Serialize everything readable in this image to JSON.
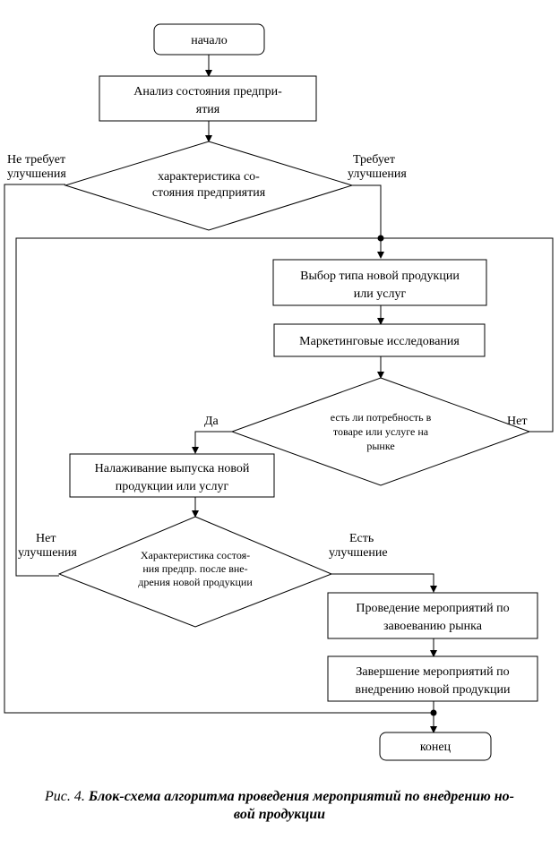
{
  "nodes": {
    "start": "начало",
    "analysis": [
      "Анализ состояния предпри-",
      "ятия"
    ],
    "decision1": [
      "характеристика со-",
      "стояния предприятия"
    ],
    "choose_type": [
      "Выбор типа новой продукции",
      "или услуг"
    ],
    "marketing": "Маркетинговые исследования",
    "decision2": [
      "есть ли потребность в",
      "товаре или услуге на",
      "рынке"
    ],
    "launch": [
      "Налаживание выпуска новой",
      "продукции или услуг"
    ],
    "decision3": [
      "Характеристика состоя-",
      "ния предпр. после вне-",
      "дрения новой продукции"
    ],
    "conquer": [
      "Проведение мероприятий по",
      "завоеванию рынка"
    ],
    "complete": [
      "Завершение мероприятий по",
      "внедрению новой продукции"
    ],
    "end": "конец"
  },
  "edge_labels": {
    "not_required": [
      "Не требует",
      "улучшения"
    ],
    "required": [
      "Требует",
      "улучшения"
    ],
    "yes": "Да",
    "no": "Нет",
    "no_improvement": [
      "Нет",
      "улучшения"
    ],
    "has_improvement": [
      "Есть",
      "улучшение"
    ]
  },
  "caption": {
    "fig": "Рис. 4.",
    "title_line1": "Блок-схема алгоритма проведения мероприятий по внедрению но-",
    "title_line2": "вой продукции"
  }
}
